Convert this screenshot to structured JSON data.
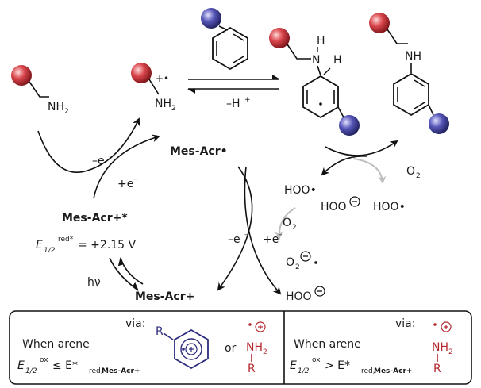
{
  "reagents": {
    "amine_nh2": "NH",
    "amine_sub": "2",
    "radcation_nh2": "NH",
    "radcation_sub": "2",
    "radcation_charge": "+•",
    "adduct_n": "N",
    "adduct_h1": "H",
    "adduct_h2": "H",
    "product_nh": "NH"
  },
  "labels": {
    "minus_h_plus": "–H",
    "h_plus_sup": "+",
    "minus_e_1": "–e",
    "e_sup": "–",
    "plus_e_1": "+e",
    "mes_acr_radical": "Mes-Acr•",
    "mes_acr_excited": "Mes-Acr+*",
    "e_half_red_star": "E",
    "e_half_sub": "1/2",
    "e_half_sup": "red*",
    "e_half_value": " = +2.15 V",
    "hv": "hν",
    "mes_acr_plus": "Mes-Acr+",
    "minus_e_2": "–e",
    "plus_e_2": "+e",
    "o2_top": "O",
    "o2_top_sub": "2",
    "hoo_radical_1": "HOO•",
    "hoo_anion_1": "HOO",
    "hoo_radical_2": "HOO•",
    "o2_mid": "O",
    "o2_mid_sub": "2",
    "o2_anion": "O",
    "o2_anion_sub": "2",
    "hoo_anion_2": "HOO"
  },
  "panels": {
    "left": {
      "via": "via:",
      "when": "When arene",
      "condition_prefix": "E",
      "condition_sub": "1/2",
      "condition_sup": "ox",
      "condition_mid": " ≤ E*",
      "condition_red": "red,",
      "condition_catalyst": " Mes-Acr+",
      "arene_r": "R",
      "or": "or",
      "amine_nh2": "NH",
      "amine_sub": "2",
      "amine_r": "R"
    },
    "right": {
      "via": "via:",
      "when": "When arene",
      "condition_prefix": "E",
      "condition_sub": "1/2",
      "condition_sup": "ox",
      "condition_mid": " > E*",
      "condition_red": "red,",
      "condition_catalyst": " Mes-Acr+",
      "amine_nh2": "NH",
      "amine_sub": "2",
      "amine_r": "R"
    }
  },
  "colors": {
    "red_sphere": "#c8323a",
    "blue_sphere": "#4a4aa8",
    "accent_red": "#b5282e",
    "accent_blue": "#2b2a7c",
    "grey_arrow": "#bdbdbd"
  }
}
